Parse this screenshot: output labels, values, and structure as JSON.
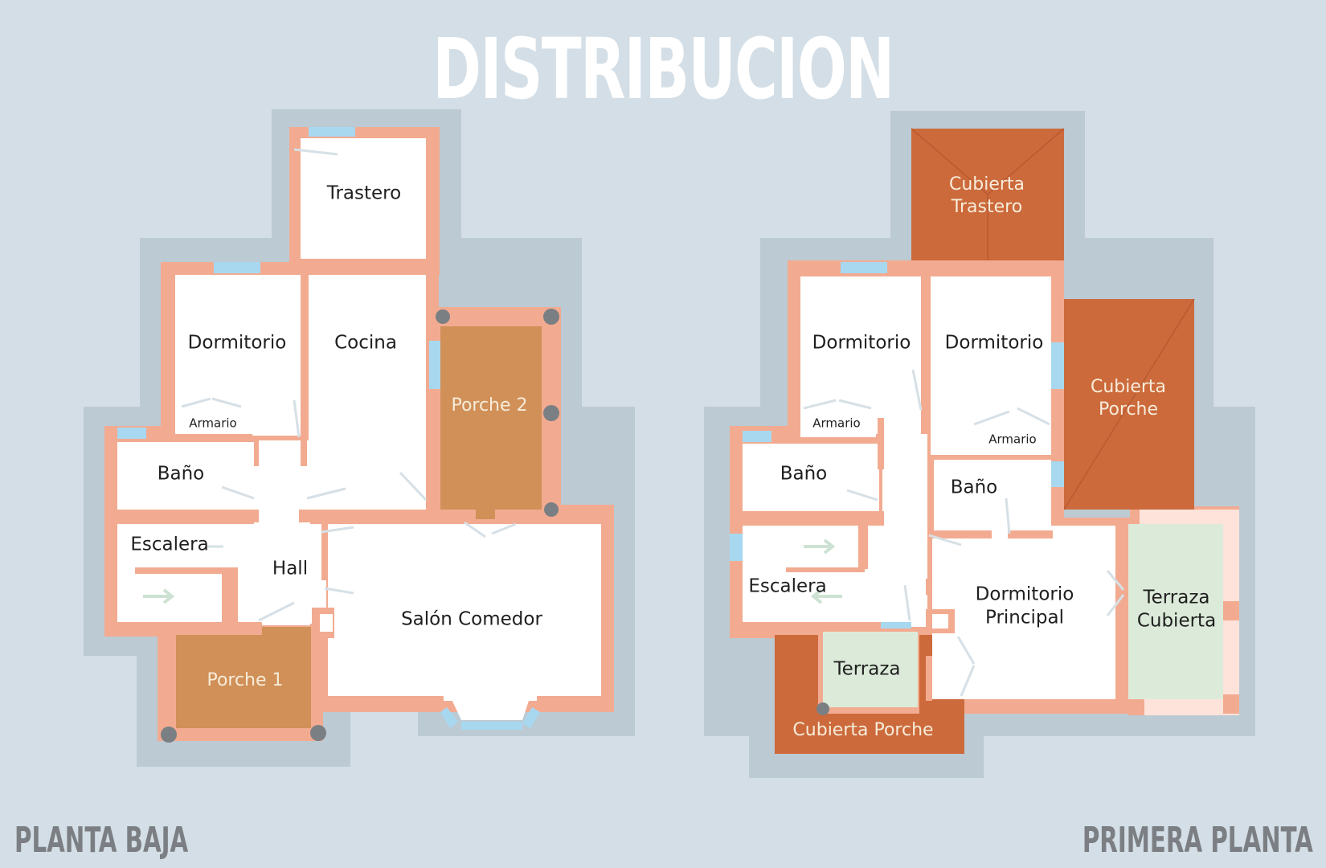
{
  "title": "DISTRIBUCION",
  "floors": {
    "planta_baja": {
      "label": "PLANTA BAJA",
      "rooms": {
        "trastero": "Trastero",
        "dormitorio": "Dormitorio",
        "cocina": "Cocina",
        "porche2": "Porche 2",
        "armario": "Armario",
        "bano": "Baño",
        "escalera": "Escalera",
        "hall": "Hall",
        "salon": "Salón Comedor",
        "porche1": "Porche 1"
      }
    },
    "primera_planta": {
      "label": "PRIMERA PLANTA",
      "rooms": {
        "cubierta_trastero": "Cubierta\nTrastero",
        "dormitorio1": "Dormitorio",
        "dormitorio2": "Dormitorio",
        "cubierta_porche_right": "Cubierta\nPorche",
        "armario1": "Armario",
        "armario2": "Armario",
        "bano1": "Baño",
        "bano2": "Baño",
        "escalera": "Escalera",
        "dormitorio_principal": "Dormitorio\nPrincipal",
        "terraza_cubierta": "Terraza\nCubierta",
        "terraza": "Terraza",
        "cubierta_porche_bottom": "Cubierta Porche"
      }
    }
  },
  "colors": {
    "background": "#d3dee6",
    "outline": "#bccad3",
    "wall": "#f2ab90",
    "window": "#a7d8f0",
    "porch": "#d09058",
    "roof": "#cc6a3c",
    "terrace": "#dcebd9",
    "room": "#ffffff"
  }
}
